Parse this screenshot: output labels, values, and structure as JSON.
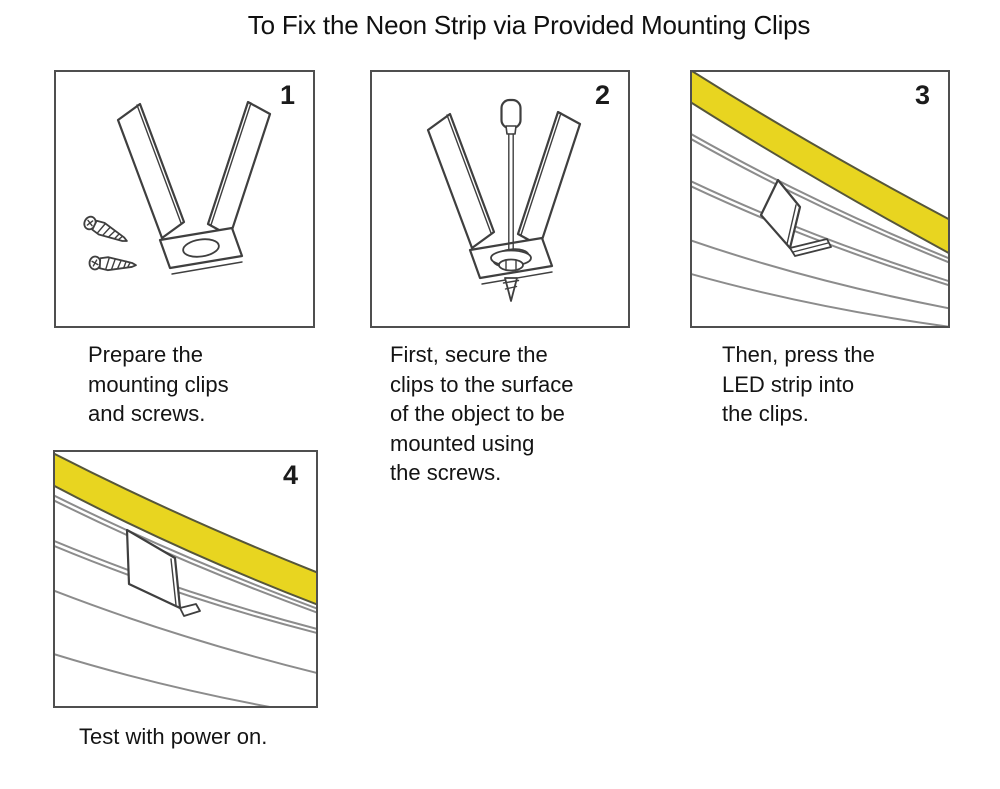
{
  "title": "To Fix the Neon Strip via Provided Mounting Clips",
  "colors": {
    "strip_yellow": "#e8d520",
    "line_art": "#3f3f3f",
    "panel_border": "#4f4f4f"
  },
  "steps": [
    {
      "number": "1",
      "caption": "Prepare the\nmounting clips\nand screws.",
      "illustration": "mounting-clip-with-screws"
    },
    {
      "number": "2",
      "caption": "First, secure the\nclips to the surface\nof the object to be\nmounted using\nthe screws.",
      "illustration": "screwdriver-securing-clip"
    },
    {
      "number": "3",
      "caption": "Then, press the\nLED strip into\nthe clips.",
      "illustration": "led-strip-above-clip"
    },
    {
      "number": "4",
      "caption": "Test with power on.",
      "illustration": "led-strip-pressed-into-clip"
    }
  ]
}
